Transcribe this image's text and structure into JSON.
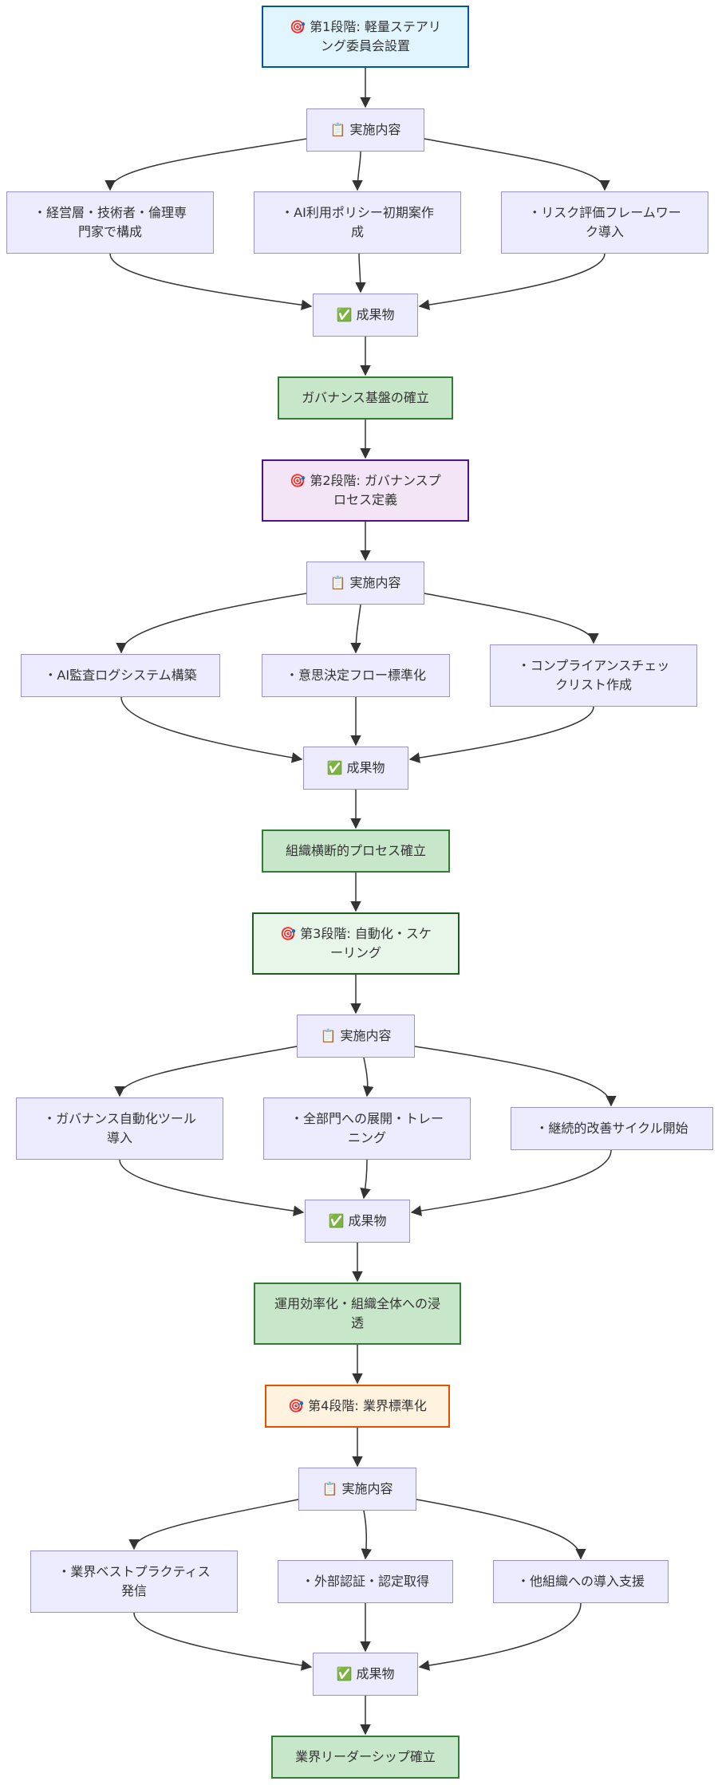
{
  "stages": [
    {
      "title": "🎯 第1段階: 軽量ステアリング委員会設置",
      "content_label": "📋 実施内容",
      "tasks": [
        "・経営層・技術者・倫理専門家で構成",
        "・AI利用ポリシー初期案作成",
        "・リスク評価フレームワーク導入"
      ],
      "output_label": "✅ 成果物",
      "result": "ガバナンス基盤の確立"
    },
    {
      "title": "🎯 第2段階: ガバナンスプロセス定義",
      "content_label": "📋 実施内容",
      "tasks": [
        "・AI監査ログシステム構築",
        "・意思決定フロー標準化",
        "・コンプライアンスチェックリスト作成"
      ],
      "output_label": "✅ 成果物",
      "result": "組織横断的プロセス確立"
    },
    {
      "title": "🎯 第3段階: 自動化・スケーリング",
      "content_label": "📋 実施内容",
      "tasks": [
        "・ガバナンス自動化ツール導入",
        "・全部門への展開・トレーニング",
        "・継続的改善サイクル開始"
      ],
      "output_label": "✅ 成果物",
      "result": "運用効率化・組織全体への浸透"
    },
    {
      "title": "🎯 第4段階: 業界標準化",
      "content_label": "📋 実施内容",
      "tasks": [
        "・業界ベストプラクティス発信",
        "・外部認証・認定取得",
        "・他組織への導入支援"
      ],
      "output_label": "✅ 成果物",
      "result": "業界リーダーシップ確立"
    }
  ]
}
